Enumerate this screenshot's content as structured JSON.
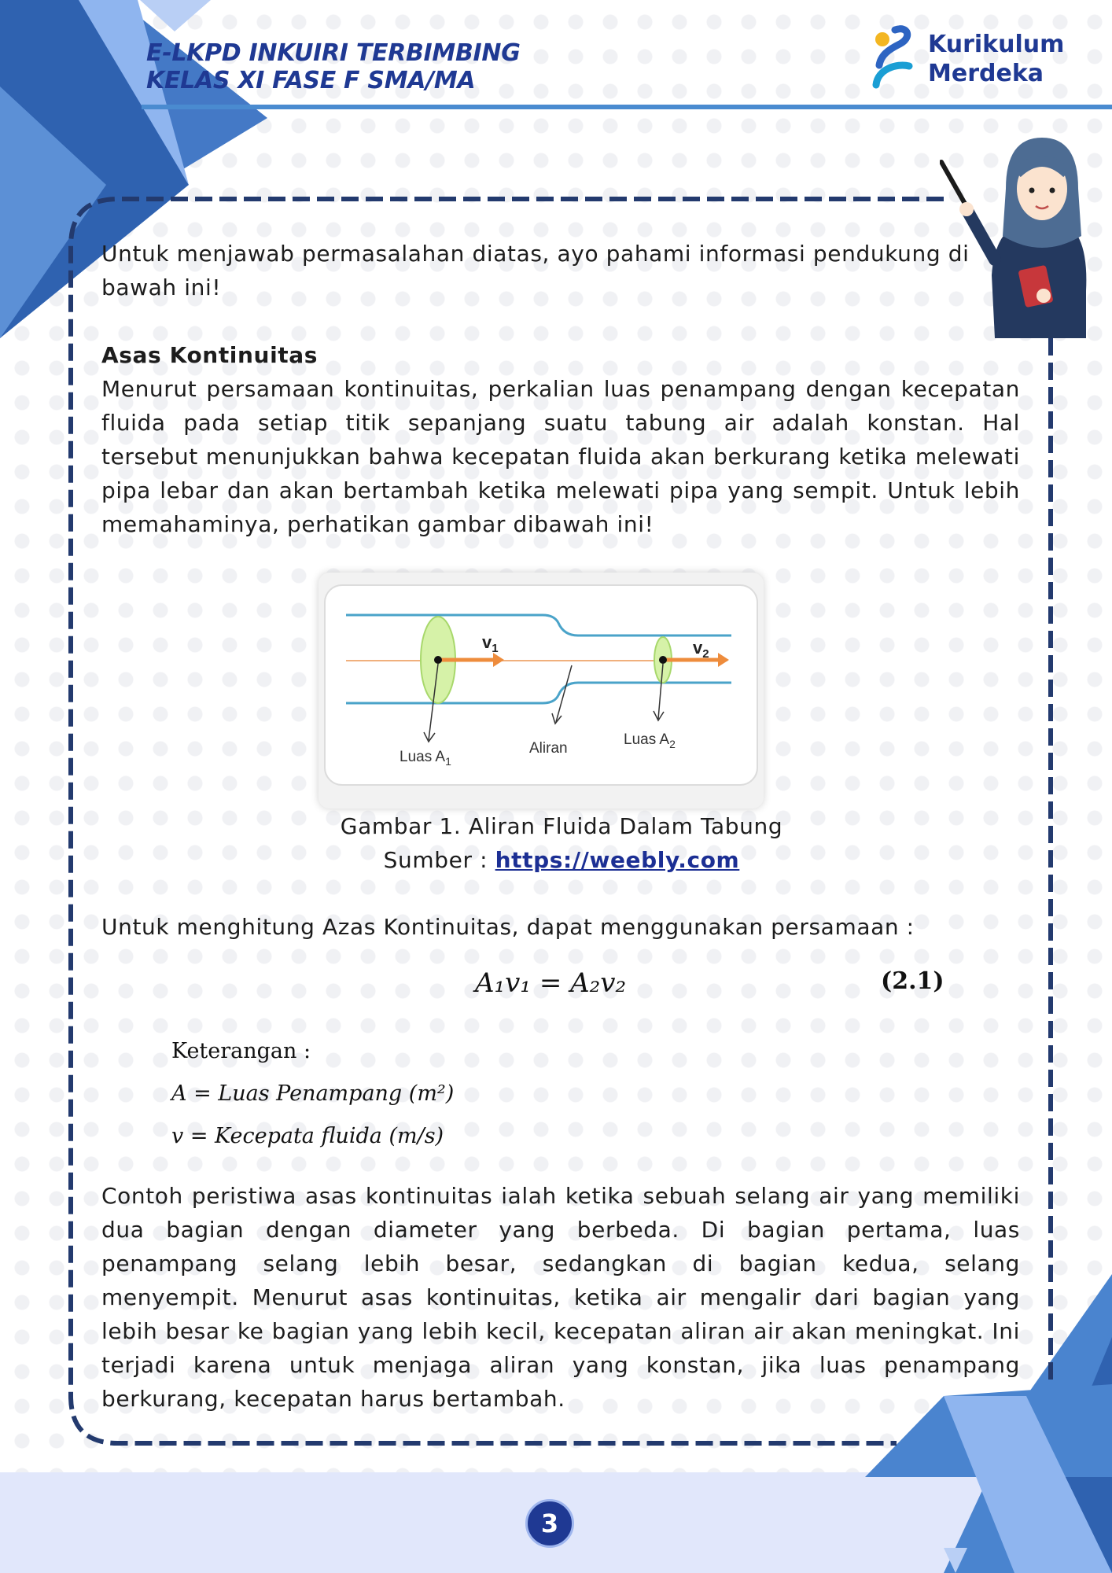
{
  "header": {
    "title_line1": "E-LKPD INKUIRI TERBIMBING",
    "title_line2": "KELAS XI FASE F SMA/MA",
    "logo_line1": "Kurikulum",
    "logo_line2": "Merdeka"
  },
  "content": {
    "intro": "Untuk menjawab permasalahan diatas, ayo pahami informasi pendukung di bawah ini!",
    "section_title": "Asas Kontinuitas",
    "paragraph1": "Menurut persamaan kontinuitas, perkalian luas penampang dengan kecepatan fluida pada setiap titik sepanjang suatu tabung air adalah konstan. Hal tersebut menunjukkan bahwa kecepatan fluida akan berkurang ketika melewati pipa lebar dan akan bertambah ketika melewati pipa yang sempit. Untuk lebih memahaminya, perhatikan gambar dibawah ini!",
    "figure": {
      "label_v1": "v",
      "label_v1_sub": "1",
      "label_v2": "v",
      "label_v2_sub": "2",
      "label_area1": "Luas A",
      "label_area1_sub": "1",
      "label_flow": "Aliran",
      "label_area2": "Luas A",
      "label_area2_sub": "2"
    },
    "caption": "Gambar 1. Aliran Fluida Dalam Tabung",
    "source_prefix": "Sumber : ",
    "source_link": "https://weebly.com",
    "equation_intro": "Untuk menghitung Azas Kontinuitas, dapat menggunakan persamaan :",
    "equation": "A₁v₁ = A₂v₂",
    "equation_number": "(2.1)",
    "keterangan_title": "Keterangan :",
    "keterangan_a": "A = Luas Penampang (m²)",
    "keterangan_v": "v = Kecepata fluida (m/s)",
    "paragraph2": "Contoh peristiwa asas kontinuitas ialah ketika sebuah selang air yang memiliki dua bagian dengan diameter yang berbeda. Di bagian pertama, luas penampang selang lebih besar, sedangkan di bagian kedua, selang menyempit. Menurut asas kontinuitas, ketika air mengalir dari bagian yang lebih besar ke bagian yang lebih kecil, kecepatan aliran air akan meningkat. Ini terjadi karena untuk menjaga aliran yang konstan, jika luas penampang berkurang, kecepatan harus bertambah."
  },
  "page_number": "3",
  "colors": {
    "navy": "#1f3993",
    "frame": "#233a6e",
    "light_blue": "#8fb5ef",
    "mid_blue": "#4a8bd0",
    "band": "#e1e7fb"
  }
}
